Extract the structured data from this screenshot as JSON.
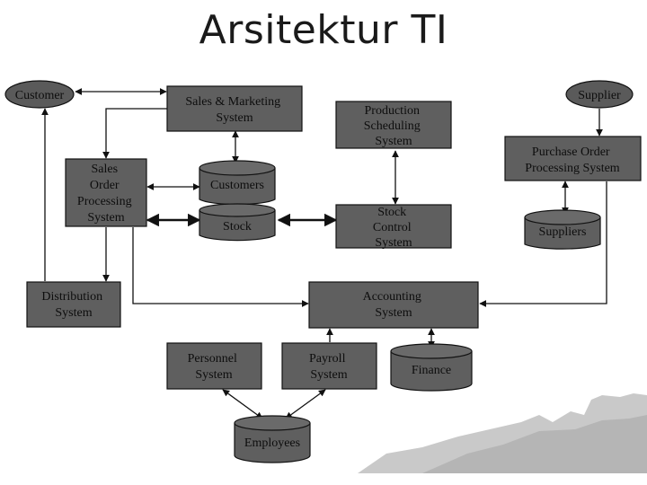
{
  "title": "Arsitektur TI",
  "nodes": {
    "customer": "Customer",
    "supplier": "Supplier",
    "sales_marketing": [
      "Sales & Marketing",
      "System"
    ],
    "production_scheduling": [
      "Production",
      "Scheduling",
      "System"
    ],
    "purchase_order": [
      "Purchase Order",
      "Processing System"
    ],
    "sales_order": [
      "Sales",
      "Order",
      "Processing",
      "System"
    ],
    "customers_db": "Customers",
    "stock_db": "Stock",
    "stock_control": [
      "Stock",
      "Control",
      "System"
    ],
    "suppliers_db": "Suppliers",
    "distribution": [
      "Distribution",
      "System"
    ],
    "accounting": [
      "Accounting",
      "System"
    ],
    "personnel": [
      "Personnel",
      "System"
    ],
    "payroll": [
      "Payroll",
      "System"
    ],
    "finance_db": "Finance",
    "employees_db": "Employees"
  }
}
